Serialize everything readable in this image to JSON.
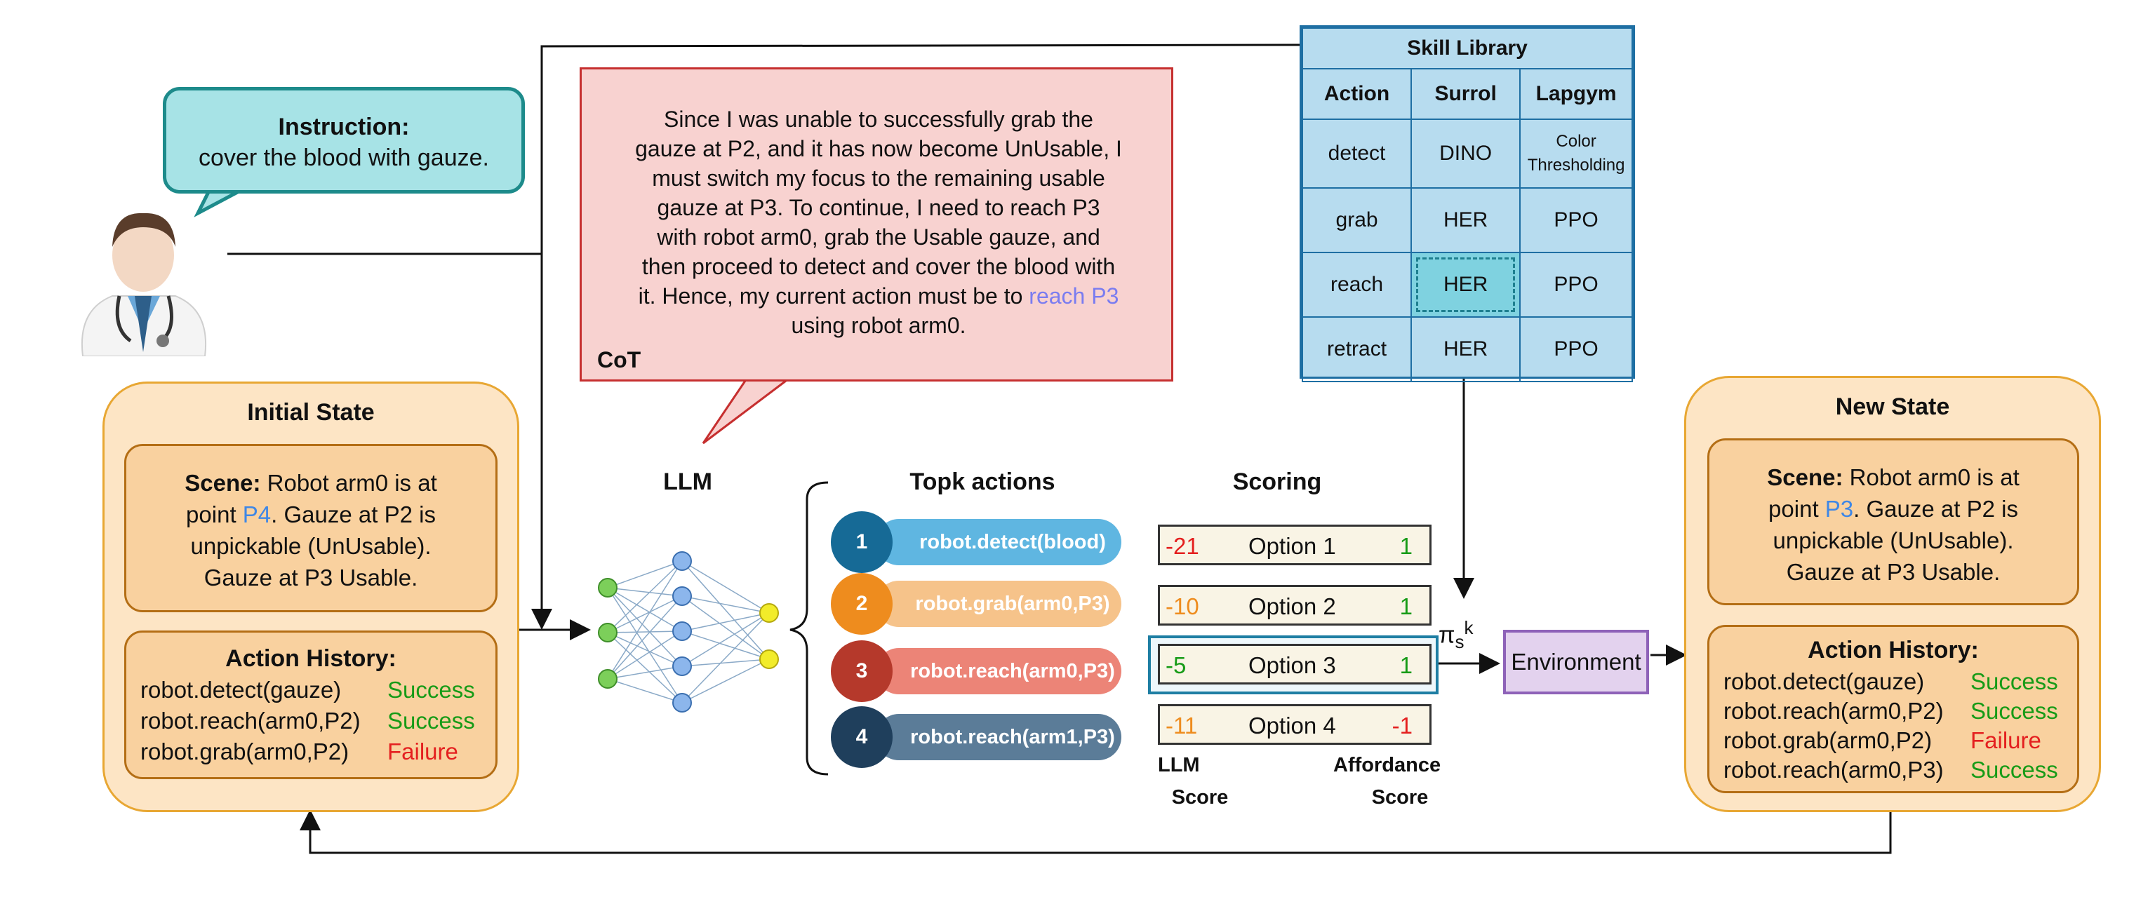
{
  "instruction": {
    "title": "Instruction:",
    "text": "cover the blood with gauze."
  },
  "cot": {
    "line1": "Since I was unable to successfully grab the",
    "line2": "gauze at P2, and it has now become UnUsable, I",
    "line3": "must switch my focus to the remaining usable",
    "line4": "gauze at P3. To continue, I need to reach P3",
    "line5": "with robot arm0, grab the Usable gauze, and",
    "line6": "then proceed to detect and cover the blood with",
    "line7_prefix": "it. Hence, my current action must be to ",
    "line7_highlight": "reach P3",
    "line8": "using robot arm0.",
    "label": "CoT"
  },
  "skill_library": {
    "title": "Skill Library",
    "headers": [
      "Action",
      "Surrol",
      "Lapgym"
    ],
    "rows": [
      {
        "action": "detect",
        "surrol": "DINO",
        "lapgym_line1": "Color",
        "lapgym_line2": "Thresholding"
      },
      {
        "action": "grab",
        "surrol": "HER",
        "lapgym": "PPO"
      },
      {
        "action": "reach",
        "surrol": "HER",
        "lapgym": "PPO",
        "highlighted": "surrol"
      },
      {
        "action": "retract",
        "surrol": "HER",
        "lapgym": "PPO"
      }
    ]
  },
  "initial_state": {
    "title": "Initial State",
    "scene": {
      "label": "Scene:",
      "t1": " Robot arm0 is at",
      "t2a": "point ",
      "t2b": "P4",
      "t2c": ". Gauze at P2 is",
      "t3": "unpickable (UnUsable).",
      "t4": "Gauze at P3 Usable."
    },
    "history_title": "Action History:",
    "history": [
      {
        "action": "robot.detect(gauze)",
        "result": "Success"
      },
      {
        "action": "robot.reach(arm0,P2)",
        "result": "Success"
      },
      {
        "action": "robot.grab(arm0,P2)",
        "result": "Failure"
      }
    ]
  },
  "new_state": {
    "title": "New State",
    "scene": {
      "label": "Scene:",
      "t1": " Robot arm0 is at",
      "t2a": "point ",
      "t2b": "P3",
      "t2c": ". Gauze at P2 is",
      "t3": "unpickable (UnUsable).",
      "t4": "Gauze at P3 Usable."
    },
    "history_title": "Action History:",
    "history": [
      {
        "action": "robot.detect(gauze)",
        "result": "Success"
      },
      {
        "action": "robot.reach(arm0,P2)",
        "result": "Success"
      },
      {
        "action": "robot.grab(arm0,P2)",
        "result": "Failure"
      },
      {
        "action": "robot.reach(arm0,P3)",
        "result": "Success"
      }
    ]
  },
  "llm_label": "LLM",
  "topk": {
    "title": "Topk actions",
    "items": [
      {
        "num": "1",
        "action": "robot.detect(blood)",
        "circle_color": "#166a96",
        "pill_color": "#5fb6e1"
      },
      {
        "num": "2",
        "action": "robot.grab(arm0,P3)",
        "circle_color": "#ee8c1e",
        "pill_color": "#f6c38a"
      },
      {
        "num": "3",
        "action": "robot.reach(arm0,P3)",
        "circle_color": "#b5392b",
        "pill_color": "#ec8477"
      },
      {
        "num": "4",
        "action": "robot.reach(arm1,P3)",
        "circle_color": "#1f3f5c",
        "pill_color": "#5b7c98"
      }
    ]
  },
  "scoring": {
    "title": "Scoring",
    "options": [
      {
        "llm": "-21",
        "label": "Option 1",
        "aff": "1",
        "llm_color": "#e41f1f",
        "aff_color": "#179b17"
      },
      {
        "llm": "-10",
        "label": "Option 2",
        "aff": "1",
        "llm_color": "#ee8c1e",
        "aff_color": "#179b17"
      },
      {
        "llm": "-5",
        "label": "Option 3",
        "aff": "1",
        "llm_color": "#179b17",
        "aff_color": "#179b17"
      },
      {
        "llm": "-11",
        "label": "Option 4",
        "aff": "-1",
        "llm_color": "#ee8c1e",
        "aff_color": "#e41f1f"
      }
    ],
    "llm_score_1": "LLM",
    "llm_score_2": "Score",
    "aff_score_1": "Affordance",
    "aff_score_2": "Score"
  },
  "policy": {
    "base": "π",
    "sub": "s",
    "sup": "k"
  },
  "environment": "Environment"
}
